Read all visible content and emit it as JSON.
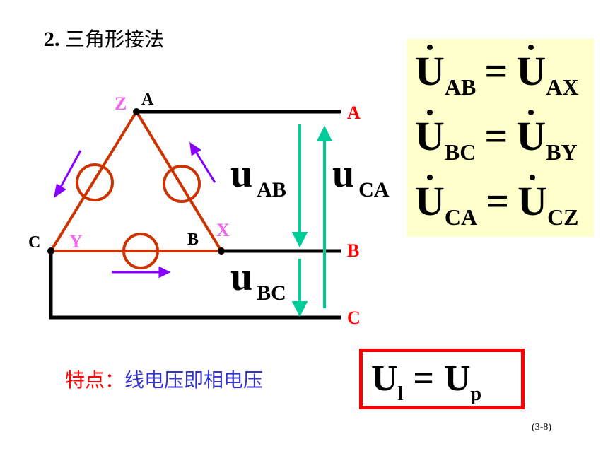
{
  "title": {
    "number": "2.",
    "text": "三角形接法"
  },
  "nodes": {
    "top_outer": "Z",
    "top_inner": "A",
    "left_inner": "C",
    "left_outer": "Y",
    "right_inner": "B",
    "right_outer": "X"
  },
  "lines": {
    "a": "A",
    "b": "B",
    "c": "C"
  },
  "voltages": {
    "uab": {
      "base": "u",
      "sub": "AB"
    },
    "uca": {
      "base": "u",
      "sub": "CA"
    },
    "ubc": {
      "base": "u",
      "sub": "BC"
    }
  },
  "formulas": [
    {
      "lhs": "U",
      "lhs_sub": "AB",
      "eq": "=",
      "rhs": "U",
      "rhs_sub": "AX"
    },
    {
      "lhs": "U",
      "lhs_sub": "BC",
      "eq": "=",
      "rhs": "U",
      "rhs_sub": "BY"
    },
    {
      "lhs": "U",
      "lhs_sub": "CA",
      "eq": "=",
      "rhs": "U",
      "rhs_sub": "CZ"
    }
  ],
  "feature": {
    "label": "特点：",
    "text": "线电压即相电压"
  },
  "relation": {
    "lhs": "U",
    "lhs_sub": "l",
    "eq": "=",
    "rhs": "U",
    "rhs_sub": "p"
  },
  "page_number": "(3-8)",
  "colors": {
    "winding": "#cc3300",
    "line": "#000000",
    "arrow_current": "#8800ff",
    "arrow_voltage": "#00cc99",
    "label_red": "#ff0000",
    "label_pink": "#ee66ee",
    "formula_bg": "#ffffcc",
    "feature_text": "#3333cc"
  }
}
